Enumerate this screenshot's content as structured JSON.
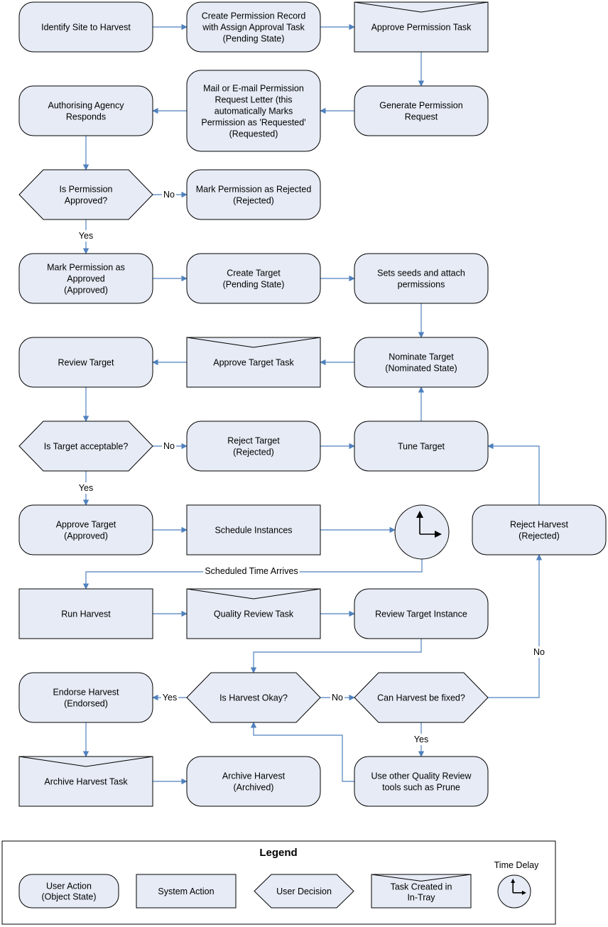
{
  "colors": {
    "fill": "#e6ebf5",
    "stroke": "#000000",
    "connector": "#4f81bd",
    "background": "#ffffff"
  },
  "nodes": {
    "identify_site": {
      "shape": "user-action",
      "lines": [
        "Identify Site to Harvest"
      ]
    },
    "create_permission_record": {
      "shape": "user-action",
      "lines": [
        "Create Permission Record",
        "with Assign Approval Task",
        "(Pending State)"
      ]
    },
    "approve_permission_task": {
      "shape": "task",
      "lines": [
        "Approve Permission Task"
      ]
    },
    "generate_permission_request": {
      "shape": "user-action",
      "lines": [
        "Generate Permission",
        "Request"
      ]
    },
    "mail_permission_letter": {
      "shape": "user-action",
      "lines": [
        "Mail or E-mail Permission",
        "Request Letter (this",
        "automatically Marks",
        "Permission as 'Requested'",
        "(Requested)"
      ]
    },
    "authorising_agency_responds": {
      "shape": "user-action",
      "lines": [
        "Authorising Agency",
        "Responds"
      ]
    },
    "is_permission_approved": {
      "shape": "decision",
      "lines": [
        "Is Permission",
        "Approved?"
      ]
    },
    "mark_permission_rejected": {
      "shape": "user-action",
      "lines": [
        "Mark Permission as Rejected",
        "(Rejected)"
      ]
    },
    "mark_permission_approved": {
      "shape": "user-action",
      "lines": [
        "Mark Permission as",
        "Approved",
        "(Approved)"
      ]
    },
    "create_target": {
      "shape": "user-action",
      "lines": [
        "Create Target",
        "(Pending State)"
      ]
    },
    "sets_seeds": {
      "shape": "user-action",
      "lines": [
        "Sets seeds and attach",
        "permissions"
      ]
    },
    "nominate_target": {
      "shape": "user-action",
      "lines": [
        "Nominate Target",
        "(Nominated State)"
      ]
    },
    "approve_target_task": {
      "shape": "task",
      "lines": [
        "Approve Target Task"
      ]
    },
    "review_target": {
      "shape": "user-action",
      "lines": [
        "Review Target"
      ]
    },
    "is_target_acceptable": {
      "shape": "decision",
      "lines": [
        "Is Target acceptable?"
      ]
    },
    "reject_target": {
      "shape": "user-action",
      "lines": [
        "Reject Target",
        "(Rejected)"
      ]
    },
    "tune_target": {
      "shape": "user-action",
      "lines": [
        "Tune Target"
      ]
    },
    "approve_target": {
      "shape": "user-action",
      "lines": [
        "Approve Target",
        "(Approved)"
      ]
    },
    "schedule_instances": {
      "shape": "system-action",
      "lines": [
        "Schedule Instances"
      ]
    },
    "time_delay": {
      "shape": "clock",
      "lines": []
    },
    "reject_harvest": {
      "shape": "user-action",
      "lines": [
        "Reject Harvest",
        "(Rejected)"
      ]
    },
    "run_harvest": {
      "shape": "system-action",
      "lines": [
        "Run Harvest"
      ]
    },
    "quality_review_task": {
      "shape": "task",
      "lines": [
        "Quality Review Task"
      ]
    },
    "review_target_instance": {
      "shape": "user-action",
      "lines": [
        "Review Target Instance"
      ]
    },
    "endorse_harvest": {
      "shape": "user-action",
      "lines": [
        "Endorse Harvest",
        "(Endorsed)"
      ]
    },
    "is_harvest_okay": {
      "shape": "decision",
      "lines": [
        "Is Harvest Okay?"
      ]
    },
    "can_harvest_be_fixed": {
      "shape": "decision",
      "lines": [
        "Can Harvest be fixed?"
      ]
    },
    "archive_harvest_task": {
      "shape": "task",
      "lines": [
        "Archive Harvest Task"
      ]
    },
    "archive_harvest": {
      "shape": "user-action",
      "lines": [
        "Archive Harvest",
        "(Archived)"
      ]
    },
    "use_other_tools": {
      "shape": "user-action",
      "lines": [
        "Use other Quality Review",
        "tools such as Prune"
      ]
    }
  },
  "edges": [
    {
      "from": "identify_site",
      "to": "create_permission_record",
      "label": ""
    },
    {
      "from": "create_permission_record",
      "to": "approve_permission_task",
      "label": ""
    },
    {
      "from": "approve_permission_task",
      "to": "generate_permission_request",
      "label": ""
    },
    {
      "from": "generate_permission_request",
      "to": "mail_permission_letter",
      "label": ""
    },
    {
      "from": "mail_permission_letter",
      "to": "authorising_agency_responds",
      "label": ""
    },
    {
      "from": "authorising_agency_responds",
      "to": "is_permission_approved",
      "label": ""
    },
    {
      "from": "is_permission_approved",
      "to": "mark_permission_rejected",
      "label": "No"
    },
    {
      "from": "is_permission_approved",
      "to": "mark_permission_approved",
      "label": "Yes"
    },
    {
      "from": "mark_permission_approved",
      "to": "create_target",
      "label": ""
    },
    {
      "from": "create_target",
      "to": "sets_seeds",
      "label": ""
    },
    {
      "from": "sets_seeds",
      "to": "nominate_target",
      "label": ""
    },
    {
      "from": "nominate_target",
      "to": "approve_target_task",
      "label": ""
    },
    {
      "from": "approve_target_task",
      "to": "review_target",
      "label": ""
    },
    {
      "from": "review_target",
      "to": "is_target_acceptable",
      "label": ""
    },
    {
      "from": "is_target_acceptable",
      "to": "reject_target",
      "label": "No"
    },
    {
      "from": "reject_target",
      "to": "tune_target",
      "label": ""
    },
    {
      "from": "tune_target",
      "to": "nominate_target",
      "label": ""
    },
    {
      "from": "is_target_acceptable",
      "to": "approve_target",
      "label": "Yes"
    },
    {
      "from": "approve_target",
      "to": "schedule_instances",
      "label": ""
    },
    {
      "from": "schedule_instances",
      "to": "time_delay",
      "label": ""
    },
    {
      "from": "time_delay",
      "to": "run_harvest",
      "label": "Scheduled Time Arrives"
    },
    {
      "from": "run_harvest",
      "to": "quality_review_task",
      "label": ""
    },
    {
      "from": "quality_review_task",
      "to": "review_target_instance",
      "label": ""
    },
    {
      "from": "review_target_instance",
      "to": "is_harvest_okay",
      "label": ""
    },
    {
      "from": "is_harvest_okay",
      "to": "endorse_harvest",
      "label": "Yes"
    },
    {
      "from": "is_harvest_okay",
      "to": "can_harvest_be_fixed",
      "label": "No"
    },
    {
      "from": "can_harvest_be_fixed",
      "to": "reject_harvest",
      "label": "No"
    },
    {
      "from": "can_harvest_be_fixed",
      "to": "use_other_tools",
      "label": "Yes"
    },
    {
      "from": "use_other_tools",
      "to": "is_harvest_okay",
      "label": ""
    },
    {
      "from": "reject_harvest",
      "to": "tune_target",
      "label": ""
    },
    {
      "from": "endorse_harvest",
      "to": "archive_harvest_task",
      "label": ""
    },
    {
      "from": "archive_harvest_task",
      "to": "archive_harvest",
      "label": ""
    }
  ],
  "legend": {
    "title": "Legend",
    "items": [
      {
        "shape": "user-action",
        "lines": [
          "User Action",
          "(Object State)"
        ]
      },
      {
        "shape": "system-action",
        "lines": [
          "System Action"
        ]
      },
      {
        "shape": "decision",
        "lines": [
          "User Decision"
        ]
      },
      {
        "shape": "task",
        "lines": [
          "Task Created in",
          "In-Tray"
        ]
      },
      {
        "shape": "clock",
        "lines": [
          "Time Delay"
        ]
      }
    ]
  }
}
